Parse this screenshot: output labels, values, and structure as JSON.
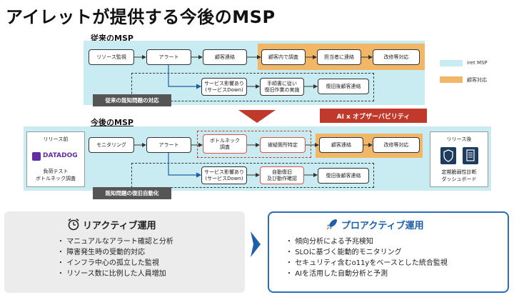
{
  "title": "アイレットが提供する今後のMSP",
  "legacy": {
    "label": "従来のMSP",
    "nodes": {
      "resource": "リソース監視",
      "alert": "アラート",
      "contact": "顧客連絡",
      "internal": "顧客内で調査",
      "owner": "担当者に連絡",
      "fix": "改修等対応",
      "impact": "サービス影響あり\n(サービスDown)",
      "recover": "手順書に従い\n復旧作業の実施",
      "post": "復旧後顧客連絡"
    },
    "known_issue_tag": "従来の既知問題の対応"
  },
  "legend": {
    "iret": "iret MSP",
    "customer": "顧客対応",
    "iret_color": "#c8ecf2",
    "customer_color": "#f2b667"
  },
  "banner": "AI x オブザーバビリティ",
  "future": {
    "label": "今後のMSP",
    "left_panel": {
      "title": "リリース前",
      "logo": "DATADOG",
      "caption": "負荷テスト\nボトルネック調査"
    },
    "right_panel": {
      "title": "リリース後",
      "caption": "定期脆弱性診断\nダッシュボード"
    },
    "nodes": {
      "monitor": "モニタリング",
      "alert": "アラート",
      "bottleneck": "ボトルネック\n調査",
      "suspect": "被疑箇所特定",
      "contact": "顧客連絡",
      "fix": "改修等対応",
      "impact": "サービス影響あり\n(サービスDown)",
      "auto": "自動復旧\n及び動作確認",
      "post": "復旧後顧客連絡"
    },
    "auto_tag": "既知問題の復旧自動化"
  },
  "reactive": {
    "heading": "リアクティブ運用",
    "items": [
      "マニュアルなアラート確認と分析",
      "障害発生時の受動的対応",
      "インフラ中心の孤立した監視",
      "リソース数に比例した人員増加"
    ]
  },
  "proactive": {
    "heading": "プロアクティブ運用",
    "items": [
      "傾向分析による予兆検知",
      "SLOに基づく能動的モニタリング",
      "セキュリティ含むo11yをベースとした統合監視",
      "AIを活用した自動分析と予測"
    ]
  }
}
